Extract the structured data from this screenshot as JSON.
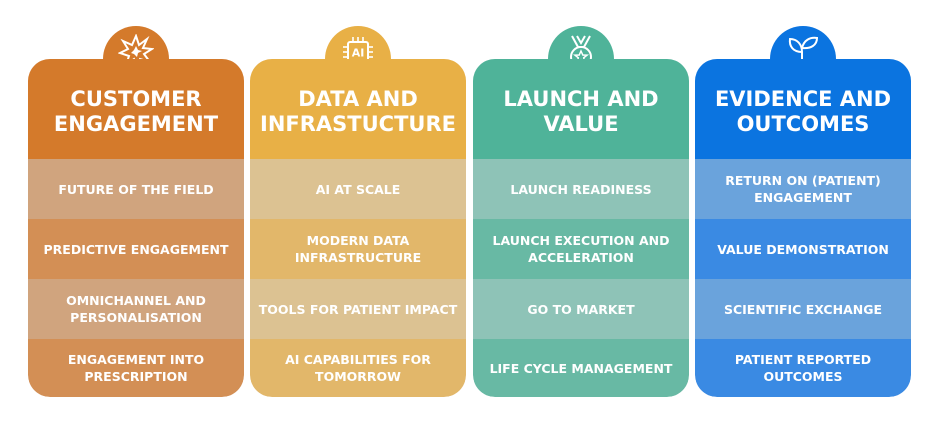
{
  "columns": [
    {
      "title": "CUSTOMER ENGAGEMENT",
      "icon": "starburst-icon",
      "colors": {
        "header": "#d47a2b",
        "light": "#d0a47e",
        "dark": "#d38f55"
      },
      "items": [
        "FUTURE OF THE FIELD",
        "PREDICTIVE ENGAGEMENT",
        "OMNICHANNEL AND PERSONALISATION",
        "ENGAGEMENT INTO PRESCRIPTION"
      ]
    },
    {
      "title": "DATA AND INFRASTUCTURE",
      "icon": "ai-chip-icon",
      "icon_text": "AI",
      "colors": {
        "header": "#e8b046",
        "light": "#dcc292",
        "dark": "#e2b76a"
      },
      "items": [
        "AI AT SCALE",
        "MODERN DATA INFRASTRUCTURE",
        "TOOLS FOR PATIENT IMPACT",
        "AI CAPABILITIES FOR TOMORROW"
      ]
    },
    {
      "title": "LAUNCH AND VALUE",
      "icon": "medal-icon",
      "colors": {
        "header": "#4fb399",
        "light": "#8ec3b7",
        "dark": "#68b9a4"
      },
      "items": [
        "LAUNCH READINESS",
        "LAUNCH EXECUTION AND ACCELERATION",
        "GO TO MARKET",
        "LIFE CYCLE MANAGEMENT"
      ]
    },
    {
      "title": "EVIDENCE AND OUTCOMES",
      "icon": "sprout-icon",
      "colors": {
        "header": "#0b74e0",
        "light": "#6aa3dc",
        "dark": "#3a8ae3"
      },
      "items": [
        "RETURN ON (PATIENT) ENGAGEMENT",
        "VALUE DEMONSTRATION",
        "SCIENTIFIC EXCHANGE",
        "PATIENT REPORTED OUTCOMES"
      ]
    }
  ]
}
